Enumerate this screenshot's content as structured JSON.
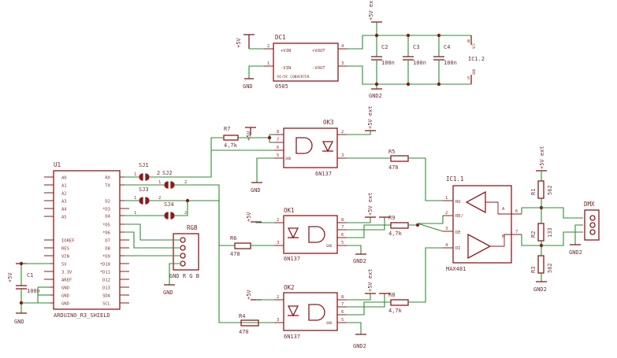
{
  "colors": {
    "part": "#8b1a1a",
    "wire": "#2e8b2e",
    "text": "#6b3030",
    "background": "#ffffff"
  },
  "dc1": {
    "name": "DC1",
    "value": "0505",
    "in_pos": "+VIN",
    "in_neg": "-VIN",
    "out_pos": "+VOUT",
    "out_neg": "-VOUT",
    "desc": "DC/DC CONVERTER",
    "pins": [
      "2",
      "1",
      "4",
      "3"
    ]
  },
  "ic12": {
    "name": "IC1.2",
    "pin_top": "8",
    "pin_bot": "5",
    "vcc": "VCC",
    "gnd": "GND"
  },
  "caps": {
    "c2": "C2",
    "c3": "C3",
    "c4": "C4",
    "c1": "C1",
    "value": "100n"
  },
  "supply": {
    "p5v": "+5V",
    "p5v_ext": "+5V ext",
    "gnd": "GND",
    "gnd2": "GND2"
  },
  "u1": {
    "name": "U1",
    "value": "ARDUINO_R3_SHIELD",
    "left_pins": [
      "A0",
      "A1",
      "A2",
      "A3",
      "A4",
      "A5",
      "IOREF",
      "RES",
      "VIN",
      "5V",
      "3.3V",
      "AREF",
      "GND",
      "GND",
      "GND"
    ],
    "right_pins": [
      "RX",
      "TX",
      "D2",
      "*D3",
      "D4",
      "*D5",
      "*D6",
      "D7",
      "D8",
      "*D9",
      "*D10",
      "*D11",
      "D12",
      "D13",
      "SDA",
      "SCL"
    ]
  },
  "jumpers": {
    "sj1": "SJ1",
    "sj2": "SJ2",
    "sj3": "SJ3",
    "sj4": "SJ4",
    "pin1": "1",
    "pin2": "2",
    "sj2_prefix": "2"
  },
  "rgb": {
    "name": "RGB",
    "pins": "GND R G B"
  },
  "resistors": {
    "r7": "R7",
    "r7v": "4,7k",
    "r5": "R5",
    "r5v": "470",
    "r6": "R6",
    "r6v": "470",
    "r9": "R9",
    "r9v": "4,7k",
    "r4": "R4",
    "r4v": "470",
    "r8": "R8",
    "r8v": "4,7k",
    "r1": "R1",
    "r1v": "562",
    "r2": "R2",
    "r2v": "133",
    "r3": "R3",
    "r3v": "562"
  },
  "optos": {
    "ok3": "OK3",
    "ok1": "OK1",
    "ok2": "OK2",
    "value": "6N137",
    "ok3_pins": [
      "8",
      "7",
      "6",
      "5",
      "2",
      "3"
    ],
    "ok_pins": [
      "2",
      "3",
      "8",
      "7",
      "6",
      "5"
    ],
    "gnd_tag": "GND"
  },
  "ic11": {
    "name": "IC1.1",
    "value": "MAX481",
    "pins": [
      "RO",
      "RE/",
      "DE",
      "DI",
      "A",
      "B"
    ],
    "pin_nums": [
      "1",
      "2",
      "3",
      "4",
      "6",
      "7"
    ]
  },
  "dmx": {
    "name": "DMX"
  }
}
